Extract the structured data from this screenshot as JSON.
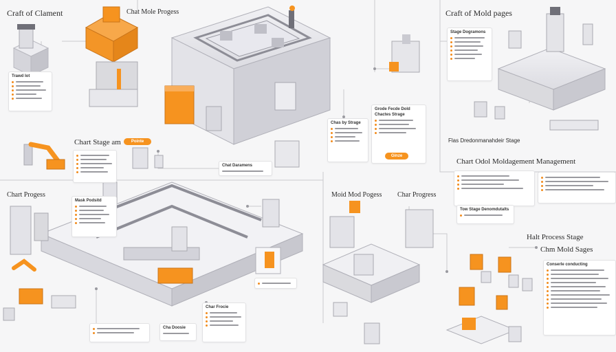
{
  "headings": {
    "craft_element": "Craft of Clament",
    "chat_mole_progress": "Chat Mole Progess",
    "craft_mold_pages": "Craft of Mold pages",
    "chart_stage": "Chart Stage am",
    "chart_mold_management": "Chart Odol Moldagement Management",
    "chart_progress": "Chart Progess",
    "mold_progress": "Moid Mod Pogess",
    "char_progress": "Char Progress",
    "halt_process_stage": "Halt Process Stage",
    "chm_mold_stages": "Chm Mold Sages"
  },
  "cards": {
    "tool_list": "Trawd Iot",
    "stage_right": "Stage Dogramons",
    "mid_left": "Chas by Strage",
    "mid_right": "Chactes Strage",
    "orange_card": "Grode Fecde Dold",
    "bottom_note": "Chat Daramens",
    "dev_stage": "Flas Dredonmanahdeir Stage",
    "tow_stage": "Tow Stage Denomdutalts",
    "mask_list": "Mask Podsitd",
    "char_card": "Char Frocie",
    "card_c": "Cha Doosie",
    "conventional": "Conserle conducting"
  },
  "buttons": {
    "stage_pill": "Pointe",
    "small_pill": "Ginze"
  },
  "colors": {
    "accent": "#f6931f",
    "line": "#cfcfd3",
    "machine": "#e4e4e8"
  }
}
